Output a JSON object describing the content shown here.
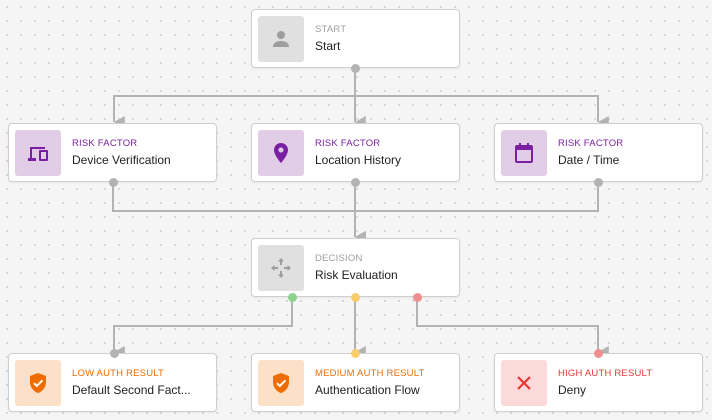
{
  "colors": {
    "connector": "#b3b3b3",
    "risk_factor": "#7b1fa2",
    "auth_result_warning": "#ef6c00",
    "auth_result_deny": "#e53935",
    "port_low": "#8bd38b",
    "port_medium": "#f8cd6a",
    "port_high": "#ef8f8f"
  },
  "nodes": {
    "start": {
      "kind": "START",
      "label": "Start",
      "icon": "person-icon"
    },
    "device": {
      "kind": "RISK FACTOR",
      "label": "Device Verification",
      "icon": "devices-icon"
    },
    "location": {
      "kind": "RISK FACTOR",
      "label": "Location History",
      "icon": "location-pin-icon"
    },
    "datetime": {
      "kind": "RISK FACTOR",
      "label": "Date / Time",
      "icon": "calendar-icon"
    },
    "decision": {
      "kind": "DECISION",
      "label": "Risk Evaluation",
      "icon": "move-arrows-icon"
    },
    "low": {
      "kind": "LOW AUTH RESULT",
      "label": "Default Second Fact...",
      "icon": "shield-check-icon"
    },
    "medium": {
      "kind": "MEDIUM AUTH RESULT",
      "label": "Authentication Flow",
      "icon": "shield-check-icon"
    },
    "high": {
      "kind": "HIGH AUTH RESULT",
      "label": "Deny",
      "icon": "close-icon"
    }
  }
}
